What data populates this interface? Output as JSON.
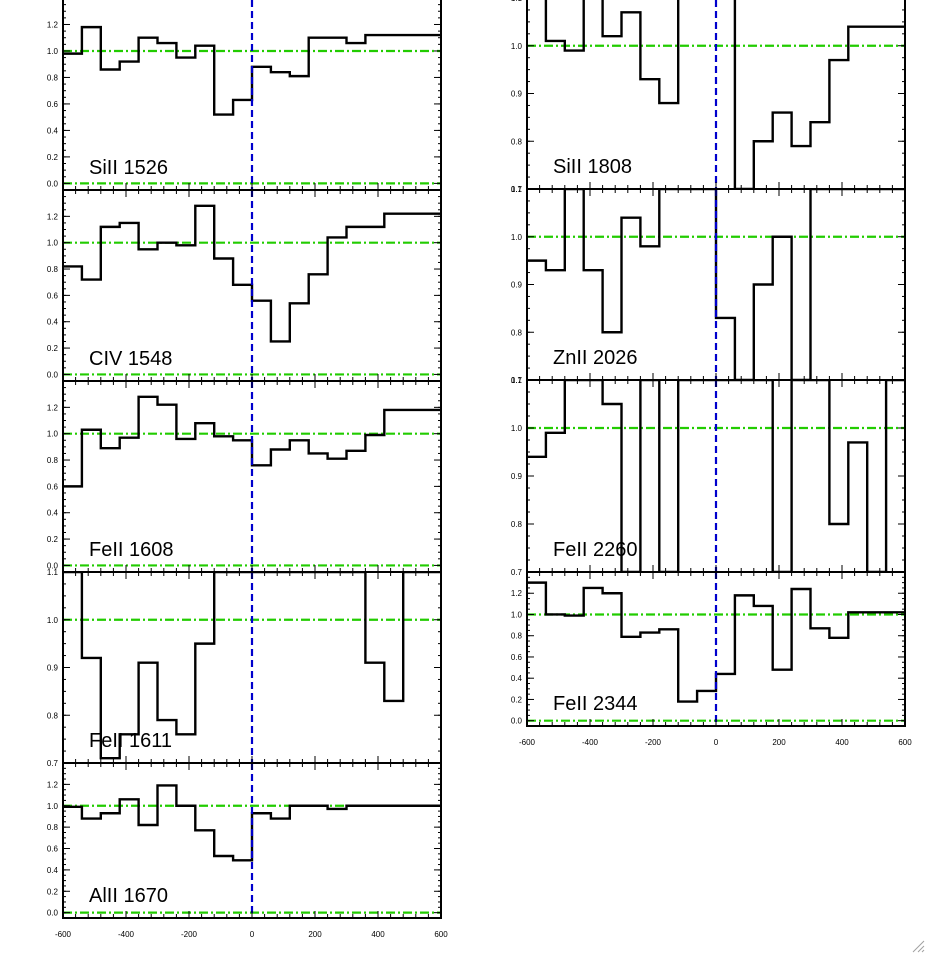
{
  "chart_data": [
    {
      "type": "line",
      "step": true,
      "label": "SiII 1526",
      "xlim": [
        -600,
        600
      ],
      "ylim": [
        -0.05,
        1.4
      ],
      "yticks": [
        "0.0",
        "0.2",
        "0.4",
        "0.6",
        "0.8",
        "1.0",
        "1.2"
      ],
      "ytick_values": [
        0.0,
        0.2,
        0.4,
        0.6,
        0.8,
        1.0,
        1.2
      ],
      "xticks": [],
      "xtick_values": [],
      "continuum": 1.0,
      "zero_line": 0.0,
      "vline": 0,
      "x": [
        -600,
        -540,
        -480,
        -420,
        -360,
        -300,
        -240,
        -180,
        -120,
        -60,
        0,
        60,
        120,
        180,
        240,
        300,
        360,
        420,
        480,
        540,
        600
      ],
      "y": [
        0.98,
        1.18,
        0.86,
        0.92,
        1.1,
        1.06,
        0.95,
        1.04,
        0.52,
        0.63,
        0.88,
        0.84,
        0.81,
        1.1,
        1.1,
        1.06,
        1.12,
        1.12,
        1.12,
        1.12,
        1.12
      ]
    },
    {
      "type": "line",
      "step": true,
      "label": "CIV 1548",
      "xlim": [
        -600,
        600
      ],
      "ylim": [
        -0.05,
        1.4
      ],
      "yticks": [
        "0.0",
        "0.2",
        "0.4",
        "0.6",
        "0.8",
        "1.0",
        "1.2"
      ],
      "ytick_values": [
        0.0,
        0.2,
        0.4,
        0.6,
        0.8,
        1.0,
        1.2
      ],
      "xticks": [],
      "xtick_values": [],
      "continuum": 1.0,
      "zero_line": 0.0,
      "vline": 0,
      "x": [
        -600,
        -540,
        -480,
        -420,
        -360,
        -300,
        -240,
        -180,
        -120,
        -60,
        0,
        60,
        120,
        180,
        240,
        300,
        360,
        420,
        480,
        540,
        600
      ],
      "y": [
        0.82,
        0.72,
        1.12,
        1.15,
        0.95,
        1.0,
        0.98,
        1.28,
        0.88,
        0.68,
        0.56,
        0.25,
        0.54,
        0.76,
        1.04,
        1.12,
        1.12,
        1.22,
        1.22,
        1.22,
        1.22
      ]
    },
    {
      "type": "line",
      "step": true,
      "label": "FeII 1608",
      "xlim": [
        -600,
        600
      ],
      "ylim": [
        -0.05,
        1.4
      ],
      "yticks": [
        "0.0",
        "0.2",
        "0.4",
        "0.6",
        "0.8",
        "1.0",
        "1.2"
      ],
      "ytick_values": [
        0.0,
        0.2,
        0.4,
        0.6,
        0.8,
        1.0,
        1.2
      ],
      "xticks": [],
      "xtick_values": [],
      "continuum": 1.0,
      "zero_line": 0.0,
      "vline": 0,
      "x": [
        -600,
        -540,
        -480,
        -420,
        -360,
        -300,
        -240,
        -180,
        -120,
        -60,
        0,
        60,
        120,
        180,
        240,
        300,
        360,
        420,
        480,
        540,
        600
      ],
      "y": [
        0.6,
        1.03,
        0.89,
        0.97,
        1.28,
        1.22,
        0.96,
        1.08,
        0.98,
        0.95,
        0.76,
        0.88,
        0.95,
        0.85,
        0.81,
        0.87,
        0.99,
        1.18,
        1.18,
        1.18,
        1.18
      ]
    },
    {
      "type": "line",
      "step": true,
      "label": "FeII 1611",
      "xlim": [
        -600,
        600
      ],
      "ylim": [
        0.7,
        1.1
      ],
      "yticks": [
        "0.7",
        "0.8",
        "0.9",
        "1.0",
        "1.1"
      ],
      "ytick_values": [
        0.7,
        0.8,
        0.9,
        1.0,
        1.1
      ],
      "xticks": [],
      "xtick_values": [],
      "continuum": 1.0,
      "zero_line": null,
      "vline": 0,
      "x": [
        -600,
        -540,
        -480,
        -420,
        -360,
        -300,
        -240,
        -180,
        -120,
        -60,
        0,
        60,
        120,
        180,
        240,
        300,
        360,
        420,
        480,
        540,
        600
      ],
      "y": [
        1.1,
        0.92,
        0.71,
        0.76,
        0.91,
        0.79,
        0.76,
        0.95,
        1.1,
        1.16,
        1.12,
        1.16,
        1.16,
        1.16,
        1.16,
        1.16,
        0.91,
        0.83,
        1.1,
        1.1,
        1.1
      ]
    },
    {
      "type": "line",
      "step": true,
      "label": "AlII 1670",
      "xlim": [
        -600,
        600
      ],
      "ylim": [
        -0.05,
        1.4
      ],
      "yticks": [
        "0.0",
        "0.2",
        "0.4",
        "0.6",
        "0.8",
        "1.0",
        "1.2"
      ],
      "ytick_values": [
        0.0,
        0.2,
        0.4,
        0.6,
        0.8,
        1.0,
        1.2
      ],
      "xticks": [
        "-600",
        "-400",
        "-200",
        "0",
        "200",
        "400",
        "600"
      ],
      "xtick_values": [
        -600,
        -400,
        -200,
        0,
        200,
        400,
        600
      ],
      "continuum": 1.0,
      "zero_line": 0.0,
      "vline": 0,
      "x": [
        -600,
        -540,
        -480,
        -420,
        -360,
        -300,
        -240,
        -180,
        -120,
        -60,
        0,
        60,
        120,
        180,
        240,
        300,
        360,
        420,
        480,
        540,
        600
      ],
      "y": [
        0.99,
        0.88,
        0.93,
        1.06,
        0.82,
        1.19,
        1.0,
        0.77,
        0.53,
        0.49,
        0.93,
        0.88,
        1.0,
        1.0,
        0.97,
        1.0,
        1.0,
        1.0,
        1.0,
        1.0,
        1.0
      ]
    },
    {
      "type": "line",
      "step": true,
      "label": "SiII 1808",
      "xlim": [
        -600,
        600
      ],
      "ylim": [
        0.7,
        1.1
      ],
      "yticks": [
        "0.7",
        "0.8",
        "0.9",
        "1.0",
        "1.1"
      ],
      "ytick_values": [
        0.7,
        0.8,
        0.9,
        1.0,
        1.1
      ],
      "xticks": [],
      "xtick_values": [],
      "continuum": 1.0,
      "zero_line": null,
      "vline": 0,
      "x": [
        -600,
        -540,
        -480,
        -420,
        -360,
        -300,
        -240,
        -180,
        -120,
        -60,
        0,
        60,
        120,
        180,
        240,
        300,
        360,
        420,
        480,
        540,
        600
      ],
      "y": [
        1.15,
        1.01,
        0.99,
        1.15,
        1.02,
        1.07,
        0.93,
        0.88,
        1.15,
        1.15,
        1.15,
        0.7,
        0.8,
        0.86,
        0.79,
        0.84,
        0.97,
        1.04,
        1.04,
        1.04,
        1.04
      ]
    },
    {
      "type": "line",
      "step": true,
      "label": "ZnII 2026",
      "xlim": [
        -600,
        600
      ],
      "ylim": [
        0.7,
        1.1
      ],
      "yticks": [
        "0.7",
        "0.8",
        "0.9",
        "1.0",
        "1.1"
      ],
      "ytick_values": [
        0.7,
        0.8,
        0.9,
        1.0,
        1.1
      ],
      "xticks": [],
      "xtick_values": [],
      "continuum": 1.0,
      "zero_line": null,
      "vline": 0,
      "x": [
        -600,
        -540,
        -480,
        -420,
        -360,
        -300,
        -240,
        -180,
        -120,
        -60,
        0,
        60,
        120,
        180,
        240,
        300,
        360,
        420,
        480,
        540,
        600
      ],
      "y": [
        0.95,
        0.93,
        1.15,
        0.93,
        0.8,
        1.04,
        0.98,
        1.15,
        1.15,
        1.15,
        0.83,
        0.65,
        0.9,
        1.0,
        0.65,
        1.15,
        1.15,
        1.15,
        1.15,
        1.15,
        1.15
      ]
    },
    {
      "type": "line",
      "step": true,
      "label": "FeII 2260",
      "xlim": [
        -600,
        600
      ],
      "ylim": [
        0.7,
        1.1
      ],
      "yticks": [
        "0.7",
        "0.8",
        "0.9",
        "1.0",
        "1.1"
      ],
      "ytick_values": [
        0.7,
        0.8,
        0.9,
        1.0,
        1.1
      ],
      "xticks": [],
      "xtick_values": [],
      "continuum": 1.0,
      "zero_line": null,
      "vline": 0,
      "x": [
        -600,
        -540,
        -480,
        -420,
        -360,
        -300,
        -240,
        -180,
        -120,
        -60,
        0,
        60,
        120,
        180,
        240,
        300,
        360,
        420,
        480,
        540,
        600
      ],
      "y": [
        0.94,
        0.99,
        1.15,
        1.15,
        1.05,
        0.65,
        1.15,
        0.65,
        1.15,
        1.15,
        1.15,
        1.15,
        1.15,
        0.65,
        1.15,
        1.15,
        0.8,
        0.97,
        0.65,
        1.15,
        1.15
      ]
    },
    {
      "type": "line",
      "step": true,
      "label": "FeII 2344",
      "xlim": [
        -600,
        600
      ],
      "ylim": [
        -0.05,
        1.4
      ],
      "yticks": [
        "0.0",
        "0.2",
        "0.4",
        "0.6",
        "0.8",
        "1.0",
        "1.2"
      ],
      "ytick_values": [
        0.0,
        0.2,
        0.4,
        0.6,
        0.8,
        1.0,
        1.2
      ],
      "xticks": [
        "-600",
        "-400",
        "-200",
        "0",
        "200",
        "400",
        "600"
      ],
      "xtick_values": [
        -600,
        -400,
        -200,
        0,
        200,
        400,
        600
      ],
      "continuum": 1.0,
      "zero_line": 0.0,
      "vline": 0,
      "x": [
        -600,
        -540,
        -480,
        -420,
        -360,
        -300,
        -240,
        -180,
        -120,
        -60,
        0,
        60,
        120,
        180,
        240,
        300,
        360,
        420,
        480,
        540,
        600
      ],
      "y": [
        1.3,
        1.0,
        0.99,
        1.25,
        1.2,
        0.79,
        0.83,
        0.86,
        0.18,
        0.28,
        0.44,
        1.18,
        1.08,
        0.48,
        1.24,
        0.87,
        0.78,
        1.02,
        1.02,
        1.02,
        1.02
      ]
    }
  ],
  "colors": {
    "data": "#000000",
    "continuum": "#22cc00",
    "vline": "#0000cc",
    "axis": "#000000"
  },
  "icons": {
    "corner": "resize-grip-icon"
  }
}
